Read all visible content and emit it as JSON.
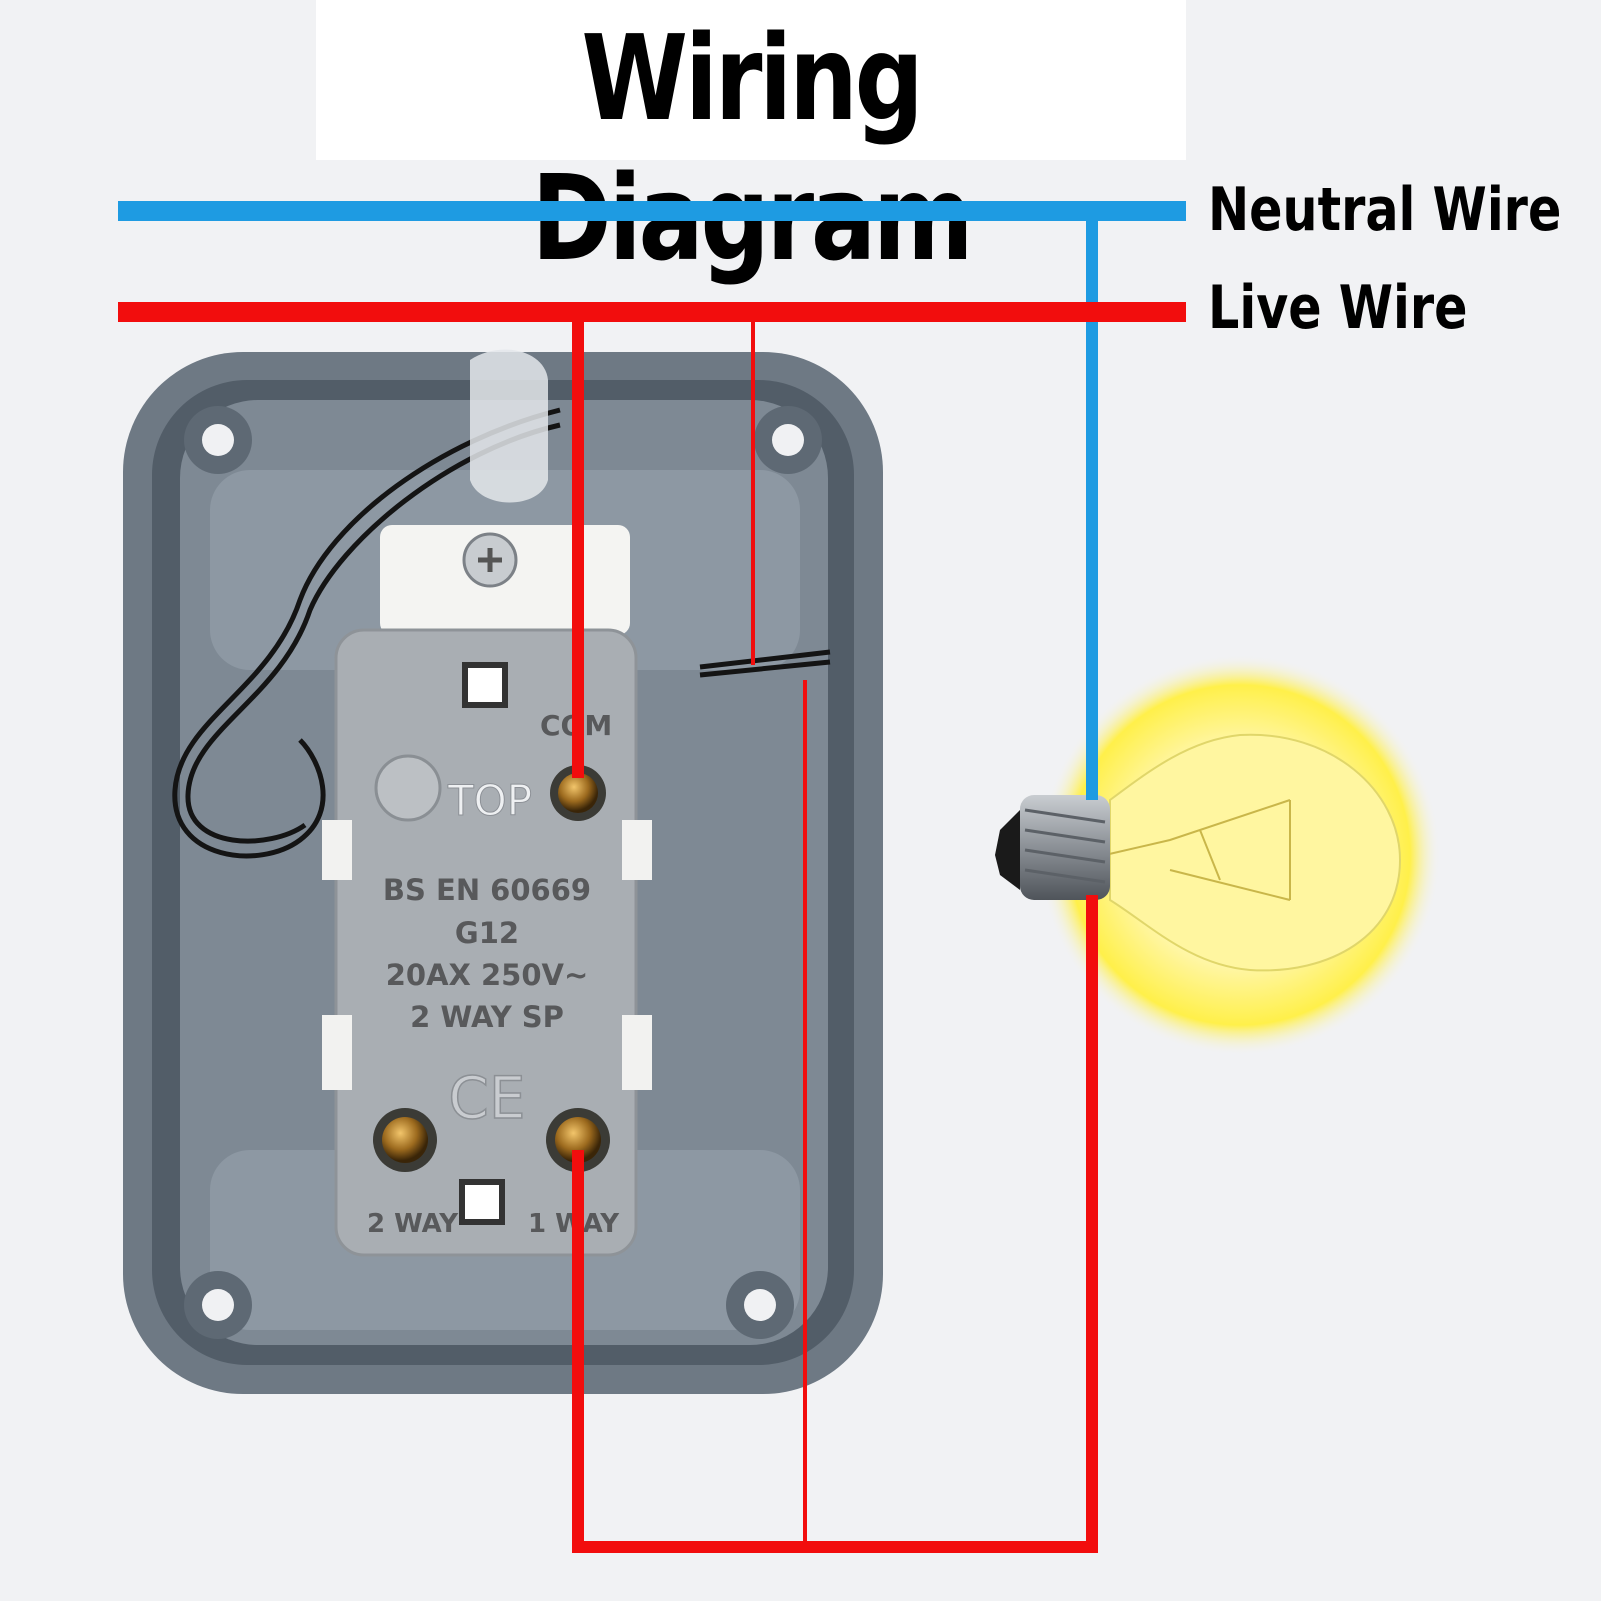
{
  "title": "Wiring Diagram",
  "legend": {
    "neutral_label": "Neutral Wire",
    "live_label": "Live Wire"
  },
  "colors": {
    "neutral": "#1e9be2",
    "live": "#f20d0d",
    "housing": "#6f7a85",
    "switch_body": "#a9aeb3",
    "bulb_glow": "#fff36b"
  },
  "switch_module": {
    "terminal_com": "COM",
    "top_marker": "TOP",
    "standard": "BS EN 60669",
    "code": "G12",
    "rating": "20AX 250V~",
    "type": "2 WAY SP",
    "ce_mark": "CE",
    "terminal_2way": "2 WAY",
    "terminal_1way": "1 WAY"
  }
}
